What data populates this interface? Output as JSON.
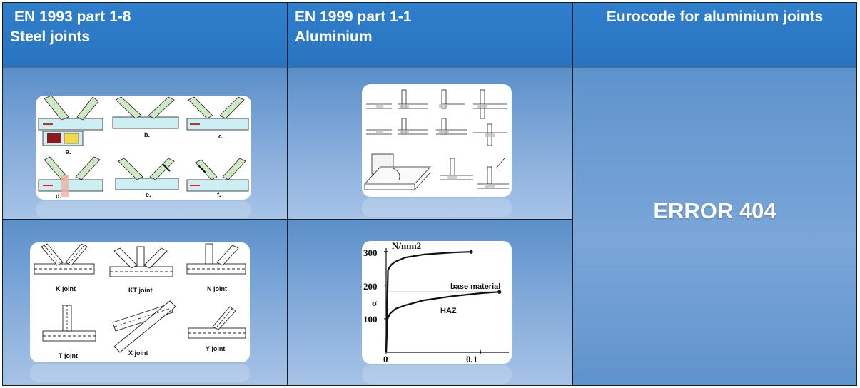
{
  "headers": [
    {
      "line1": "EN 1993 part 1-8",
      "line2": "Steel joints"
    },
    {
      "line1": "EN 1999 part 1-1",
      "line2": "Aluminium"
    },
    {
      "line1": "Eurocode for aluminium joints",
      "line2": ""
    }
  ],
  "error_text": "ERROR 404",
  "steel_figure": {
    "sub_labels": [
      "a.",
      "b.",
      "c.",
      "d.",
      "e.",
      "f."
    ]
  },
  "joint_types": {
    "labels": [
      "K joint",
      "KT joint",
      "N joint",
      "T joint",
      "X joint",
      "Y joint"
    ]
  },
  "haz_chart": {
    "y_unit": "N/mm2",
    "y_symbol": "σ",
    "base_label": "base material",
    "haz_label": "HAZ",
    "y_ticks": [
      "300",
      "200",
      "100"
    ],
    "x_ticks": [
      "0",
      "0.1"
    ]
  },
  "chart_data": {
    "type": "line",
    "x_ticks": [
      0,
      0.1
    ],
    "y_ticks": [
      100,
      200,
      300
    ],
    "xlim": [
      0,
      0.13
    ],
    "ylim": [
      0,
      310
    ],
    "series": [
      {
        "name": "base material",
        "x": [
          0,
          0.002,
          0.004,
          0.006,
          0.01,
          0.02,
          0.04,
          0.07,
          0.09
        ],
        "y": [
          0,
          245,
          255,
          262,
          270,
          282,
          291,
          297,
          299
        ]
      },
      {
        "name": "HAZ",
        "x": [
          0,
          0.0015,
          0.004,
          0.01,
          0.02,
          0.04,
          0.07,
          0.1,
          0.12
        ],
        "y": [
          0,
          100,
          115,
          130,
          140,
          155,
          167,
          176,
          180
        ]
      }
    ]
  }
}
